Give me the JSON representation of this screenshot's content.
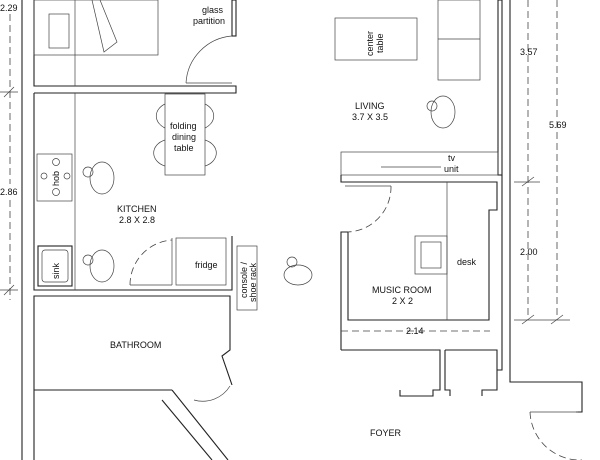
{
  "rooms": {
    "kitchen": {
      "name": "KITCHEN",
      "size": "2.8 X 2.8"
    },
    "living": {
      "name": "LIVING",
      "size": "3.7 X 3.5"
    },
    "music": {
      "name": "MUSIC ROOM",
      "size": "2 X 2"
    },
    "bathroom": {
      "name": "BATHROOM"
    },
    "foyer": {
      "name": "FOYER"
    }
  },
  "furniture": {
    "glass_partition_1": "glass",
    "glass_partition_2": "partition",
    "table_1": "folding",
    "table_2": "dining",
    "table_3": "table",
    "hob": "hob",
    "sink": "sink",
    "fridge": "fridge",
    "console_1": "console /",
    "console_2": "shoe rack",
    "center_table_1": "center",
    "center_table_2": "table",
    "tv_1": "tv",
    "tv_2": "unit",
    "desk": "desk"
  },
  "dimensions": {
    "left_top": "2.29",
    "left_mid": "2.86",
    "right_a": "3.57",
    "right_b": "5.69",
    "right_c": "2.00",
    "music_width": "2.14"
  }
}
